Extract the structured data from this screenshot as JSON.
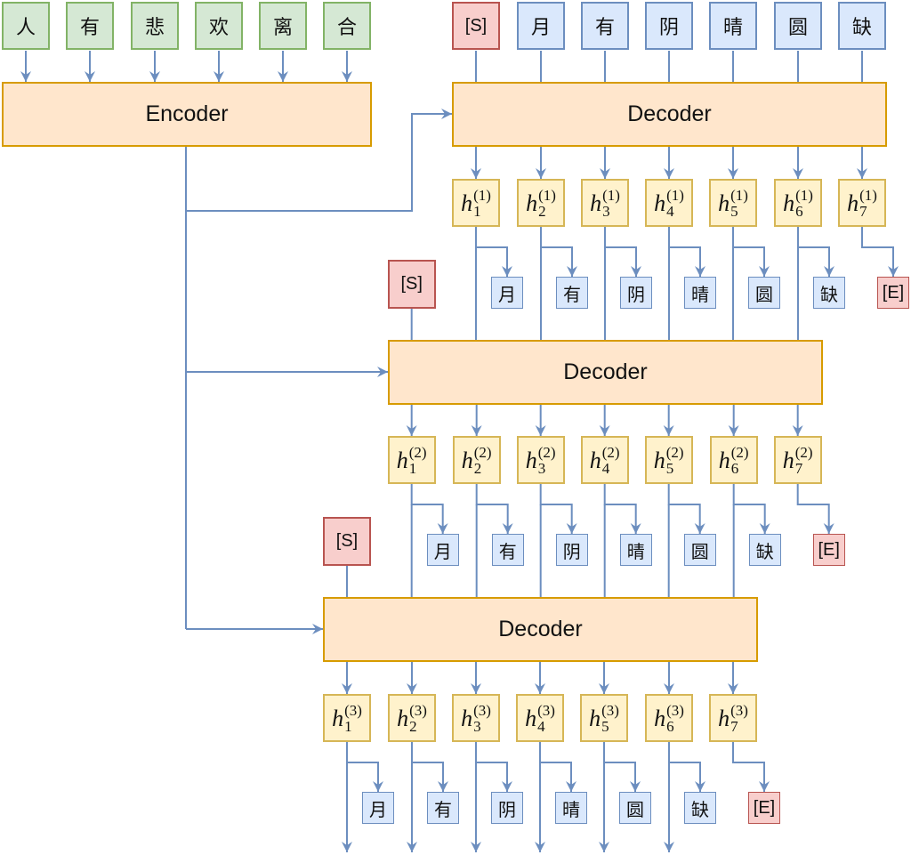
{
  "colors": {
    "wire": "#6c8ebf",
    "encoder_input_fill": "#d5e8d4",
    "encoder_input_border": "#82b366",
    "token_fill": "#dae8fc",
    "token_border": "#6c8ebf",
    "special_fill": "#f8cecc",
    "special_border": "#b85450",
    "coder_fill": "#ffe6cc",
    "coder_border": "#d79b00",
    "hidden_fill": "#fff2cc",
    "hidden_border": "#d6b656"
  },
  "encoder": {
    "label": "Encoder",
    "inputs": [
      "人",
      "有",
      "悲",
      "欢",
      "离",
      "合"
    ]
  },
  "decoder_inputs_top": [
    "[S]",
    "月",
    "有",
    "阴",
    "晴",
    "圆",
    "缺"
  ],
  "decoders": [
    {
      "label": "Decoder",
      "start_token": "[S]",
      "hidden_symbol": "h",
      "layer": "(1)",
      "hidden_indices": [
        "1",
        "2",
        "3",
        "4",
        "5",
        "6",
        "7"
      ],
      "outputs": [
        "月",
        "有",
        "阴",
        "晴",
        "圆",
        "缺",
        "[E]"
      ]
    },
    {
      "label": "Decoder",
      "start_token": "[S]",
      "hidden_symbol": "h",
      "layer": "(2)",
      "hidden_indices": [
        "1",
        "2",
        "3",
        "4",
        "5",
        "6",
        "7"
      ],
      "outputs": [
        "月",
        "有",
        "阴",
        "晴",
        "圆",
        "缺",
        "[E]"
      ]
    },
    {
      "label": "Decoder",
      "start_token": "[S]",
      "hidden_symbol": "h",
      "layer": "(3)",
      "hidden_indices": [
        "1",
        "2",
        "3",
        "4",
        "5",
        "6",
        "7"
      ],
      "outputs": [
        "月",
        "有",
        "阴",
        "晴",
        "圆",
        "缺",
        "[E]"
      ]
    }
  ]
}
